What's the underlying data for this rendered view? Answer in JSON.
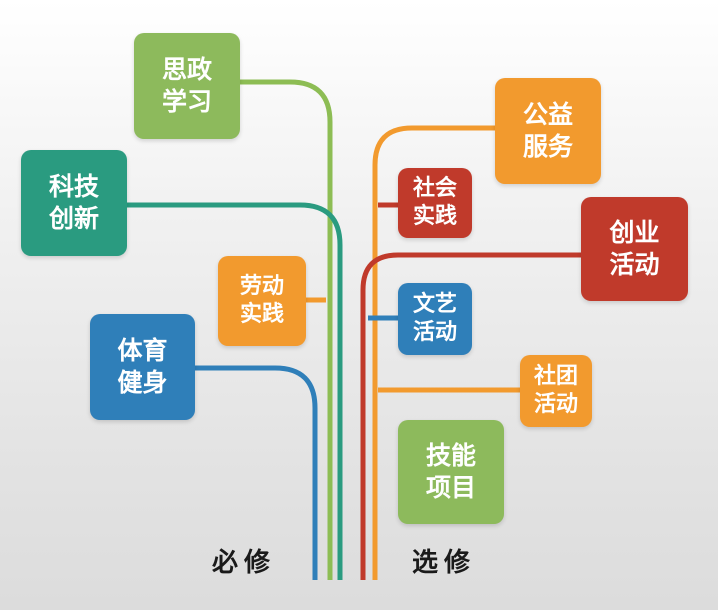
{
  "colors": {
    "green_light": "#8dba5c",
    "teal": "#2a9b80",
    "orange": "#f29a2e",
    "blue": "#2f7fb9",
    "red": "#c03a2b",
    "line_green": "#8dbd54"
  },
  "headings": {
    "required": "必修",
    "elective": "选修"
  },
  "required_items": [
    {
      "line1": "思政",
      "line2": "学习",
      "color": "green_light"
    },
    {
      "line1": "科技",
      "line2": "创新",
      "color": "teal"
    },
    {
      "line1": "劳动",
      "line2": "实践",
      "color": "orange"
    },
    {
      "line1": "体育",
      "line2": "健身",
      "color": "blue"
    }
  ],
  "elective_items": [
    {
      "line1": "公益",
      "line2": "服务",
      "color": "orange"
    },
    {
      "line1": "社会",
      "line2": "实践",
      "color": "red"
    },
    {
      "line1": "创业",
      "line2": "活动",
      "color": "red"
    },
    {
      "line1": "文艺",
      "line2": "活动",
      "color": "blue"
    },
    {
      "line1": "社团",
      "line2": "活动",
      "color": "orange"
    },
    {
      "line1": "技能",
      "line2": "项目",
      "color": "green_light"
    }
  ]
}
